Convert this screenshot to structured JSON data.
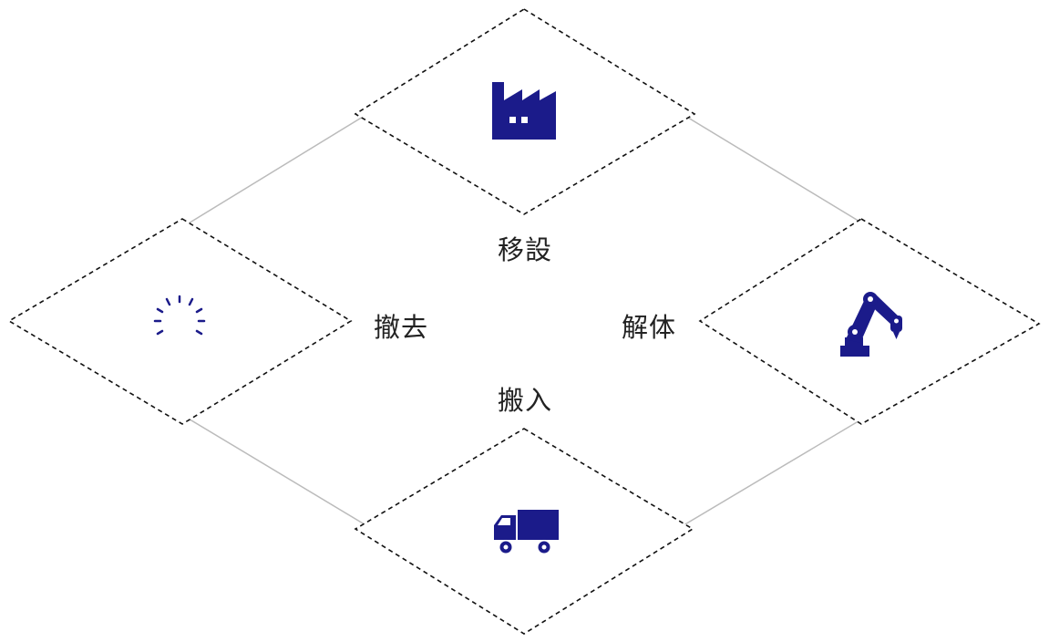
{
  "labels": {
    "top": "移設",
    "left": "撤去",
    "right": "解体",
    "bottom": "搬入"
  },
  "icons": {
    "top": "factory-icon",
    "left": "loading-spinner-icon",
    "right": "robot-arm-icon",
    "bottom": "truck-icon"
  },
  "colors": {
    "icon": "#1b1b8a",
    "outline": "#bbbbbb",
    "dashed": "#111111"
  }
}
